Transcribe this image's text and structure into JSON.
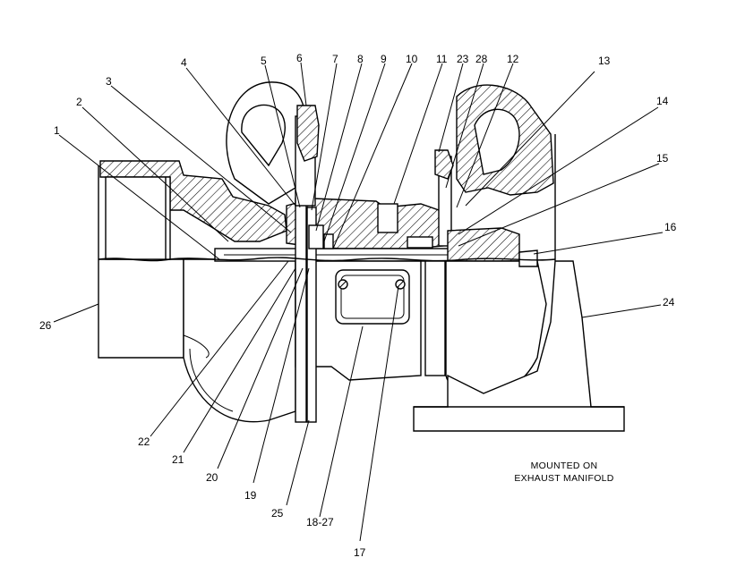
{
  "callouts": [
    {
      "id": "1",
      "label": "1"
    },
    {
      "id": "2",
      "label": "2"
    },
    {
      "id": "3",
      "label": "3"
    },
    {
      "id": "4",
      "label": "4"
    },
    {
      "id": "5",
      "label": "5"
    },
    {
      "id": "6",
      "label": "6"
    },
    {
      "id": "7",
      "label": "7"
    },
    {
      "id": "8",
      "label": "8"
    },
    {
      "id": "9",
      "label": "9"
    },
    {
      "id": "10",
      "label": "10"
    },
    {
      "id": "11",
      "label": "11"
    },
    {
      "id": "23",
      "label": "23"
    },
    {
      "id": "28",
      "label": "28"
    },
    {
      "id": "12",
      "label": "12"
    },
    {
      "id": "13",
      "label": "13"
    },
    {
      "id": "14",
      "label": "14"
    },
    {
      "id": "15",
      "label": "15"
    },
    {
      "id": "16",
      "label": "16"
    },
    {
      "id": "24",
      "label": "24"
    },
    {
      "id": "26",
      "label": "26"
    },
    {
      "id": "22",
      "label": "22"
    },
    {
      "id": "21",
      "label": "21"
    },
    {
      "id": "20",
      "label": "20"
    },
    {
      "id": "19",
      "label": "19"
    },
    {
      "id": "25",
      "label": "25"
    },
    {
      "id": "18-27",
      "label": "18-27"
    },
    {
      "id": "17",
      "label": "17"
    }
  ],
  "note": {
    "line1": "MOUNTED ON",
    "line2": "EXHAUST MANIFOLD"
  }
}
